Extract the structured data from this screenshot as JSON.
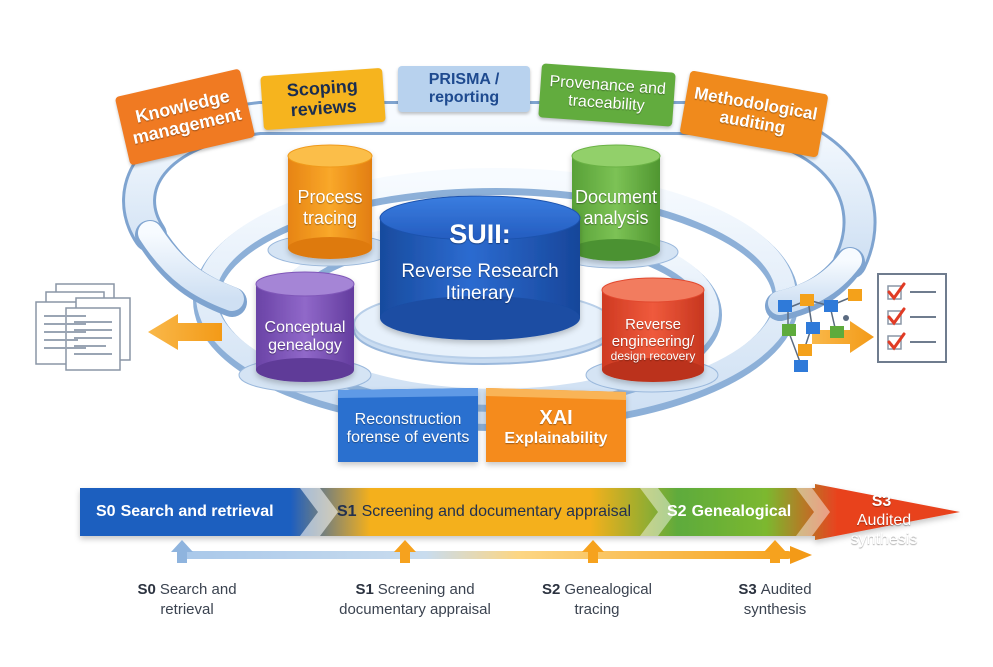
{
  "colors": {
    "orange": "#f07a22",
    "amber": "#f6a91a",
    "blue": "#1e5bb8",
    "light_blue": "#b8d2ee",
    "green": "#6bb245",
    "purple": "#7f57b8",
    "red": "#e2482e"
  },
  "ring_tabs": {
    "knowledge": "Knowledge management",
    "scoping": "Scoping reviews",
    "prisma": "PRISMA / reporting",
    "provenance": "Provenance and traceability",
    "auditing": "Methodological auditing"
  },
  "cylinders": {
    "center_title": "SUII:",
    "center_subtitle": "Reverse Research Itinerary",
    "process_tracing": "Process tracing",
    "document_analysis": "Document analysis",
    "conceptual_genealogy": "Conceptual genealogy",
    "reverse_engineering_1": "Reverse",
    "reverse_engineering_2": "engineering/",
    "reverse_engineering_3": "design recovery"
  },
  "front_tabs": {
    "reconstruction": "Reconstruction forense of events",
    "xai_1": "XAI",
    "xai_2": "Explainability"
  },
  "side_icons": {
    "left": "documents-stack-icon",
    "right_diagram": "flowchart-icon",
    "right_checklist": "checklist-icon"
  },
  "flow_stages": [
    {
      "code": "S0",
      "label": "Search and retrieval"
    },
    {
      "code": "S1",
      "label": "Screening and documentary appraisal"
    },
    {
      "code": "S2",
      "label": "Genealogical"
    },
    {
      "code": "S3",
      "label": "Audited synthesis"
    }
  ],
  "timeline": [
    {
      "code": "S0",
      "line1": "Search and",
      "line2": "retrieval"
    },
    {
      "code": "S1",
      "line1": "Screening and",
      "line2": "documentary appraisal"
    },
    {
      "code": "S2",
      "line1": "Genealogical",
      "line2": "tracing"
    },
    {
      "code": "S3",
      "line1": "Audited",
      "line2": "synthesis"
    }
  ]
}
